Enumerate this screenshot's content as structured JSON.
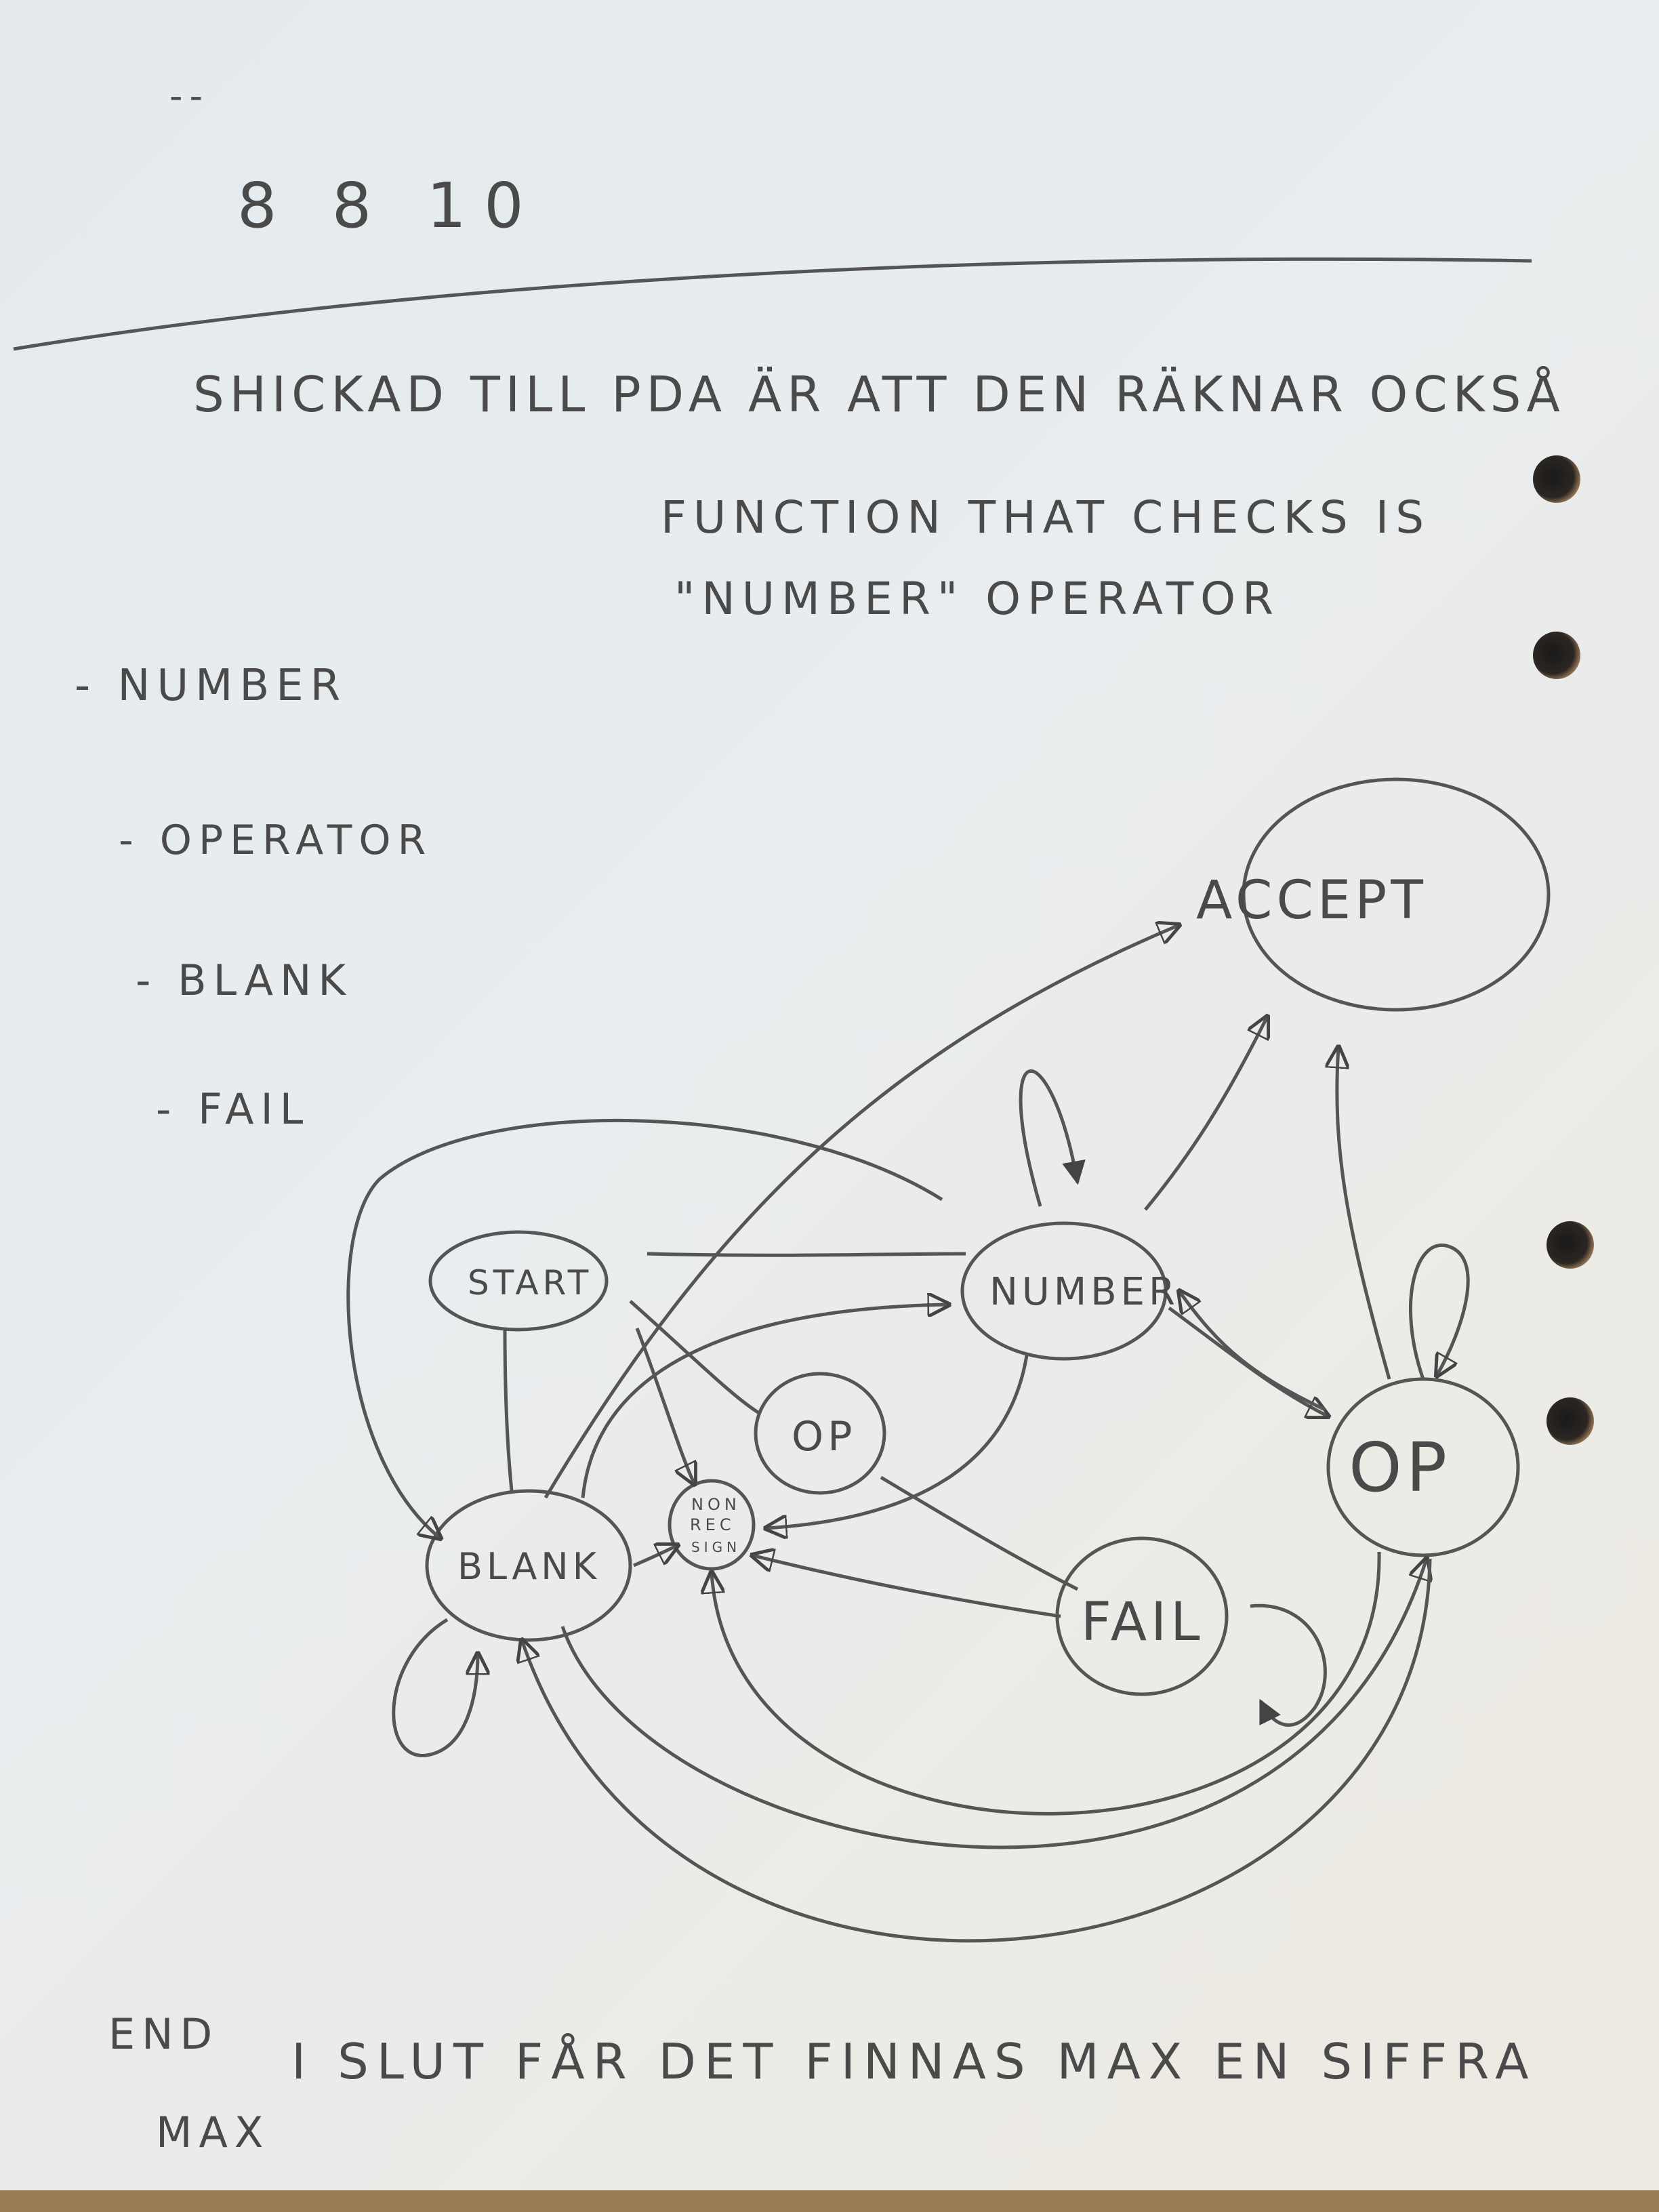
{
  "header": {
    "dash": "--",
    "numbers": "8 8 10"
  },
  "notes": {
    "line1": "SHICKAD TILL PDA ÄR ATT DEN RÄKNAR OCKSÅ",
    "function_note_line1": "FUNCTION THAT CHECKS IS",
    "function_note_line2": "\"NUMBER\" OPERATOR"
  },
  "list": [
    {
      "bullet": "-",
      "label": "NUMBER"
    },
    {
      "bullet": "-",
      "label": "OPERATOR"
    },
    {
      "bullet": "-",
      "label": "BLANK"
    },
    {
      "bullet": "-",
      "label": "FAIL"
    }
  ],
  "diagram": {
    "nodes": {
      "accept": "ACCEPT",
      "start": "START",
      "number": "NUMBER",
      "op_small": "OP",
      "op_big": "OP",
      "blank": "BLANK",
      "nonrec_1": "NON",
      "nonrec_2": "REC",
      "nonrec_3": "SIGN",
      "fail": "FAIL"
    }
  },
  "footer": {
    "left_line1": "END",
    "left_line2": "MAX",
    "text": "I SLUT FÅR DET FINNAS MAX EN SIFFRA"
  },
  "colors": {
    "paper": "#e8ecee",
    "pencil": "#4a4a4a",
    "desk": "#9a7a55"
  }
}
